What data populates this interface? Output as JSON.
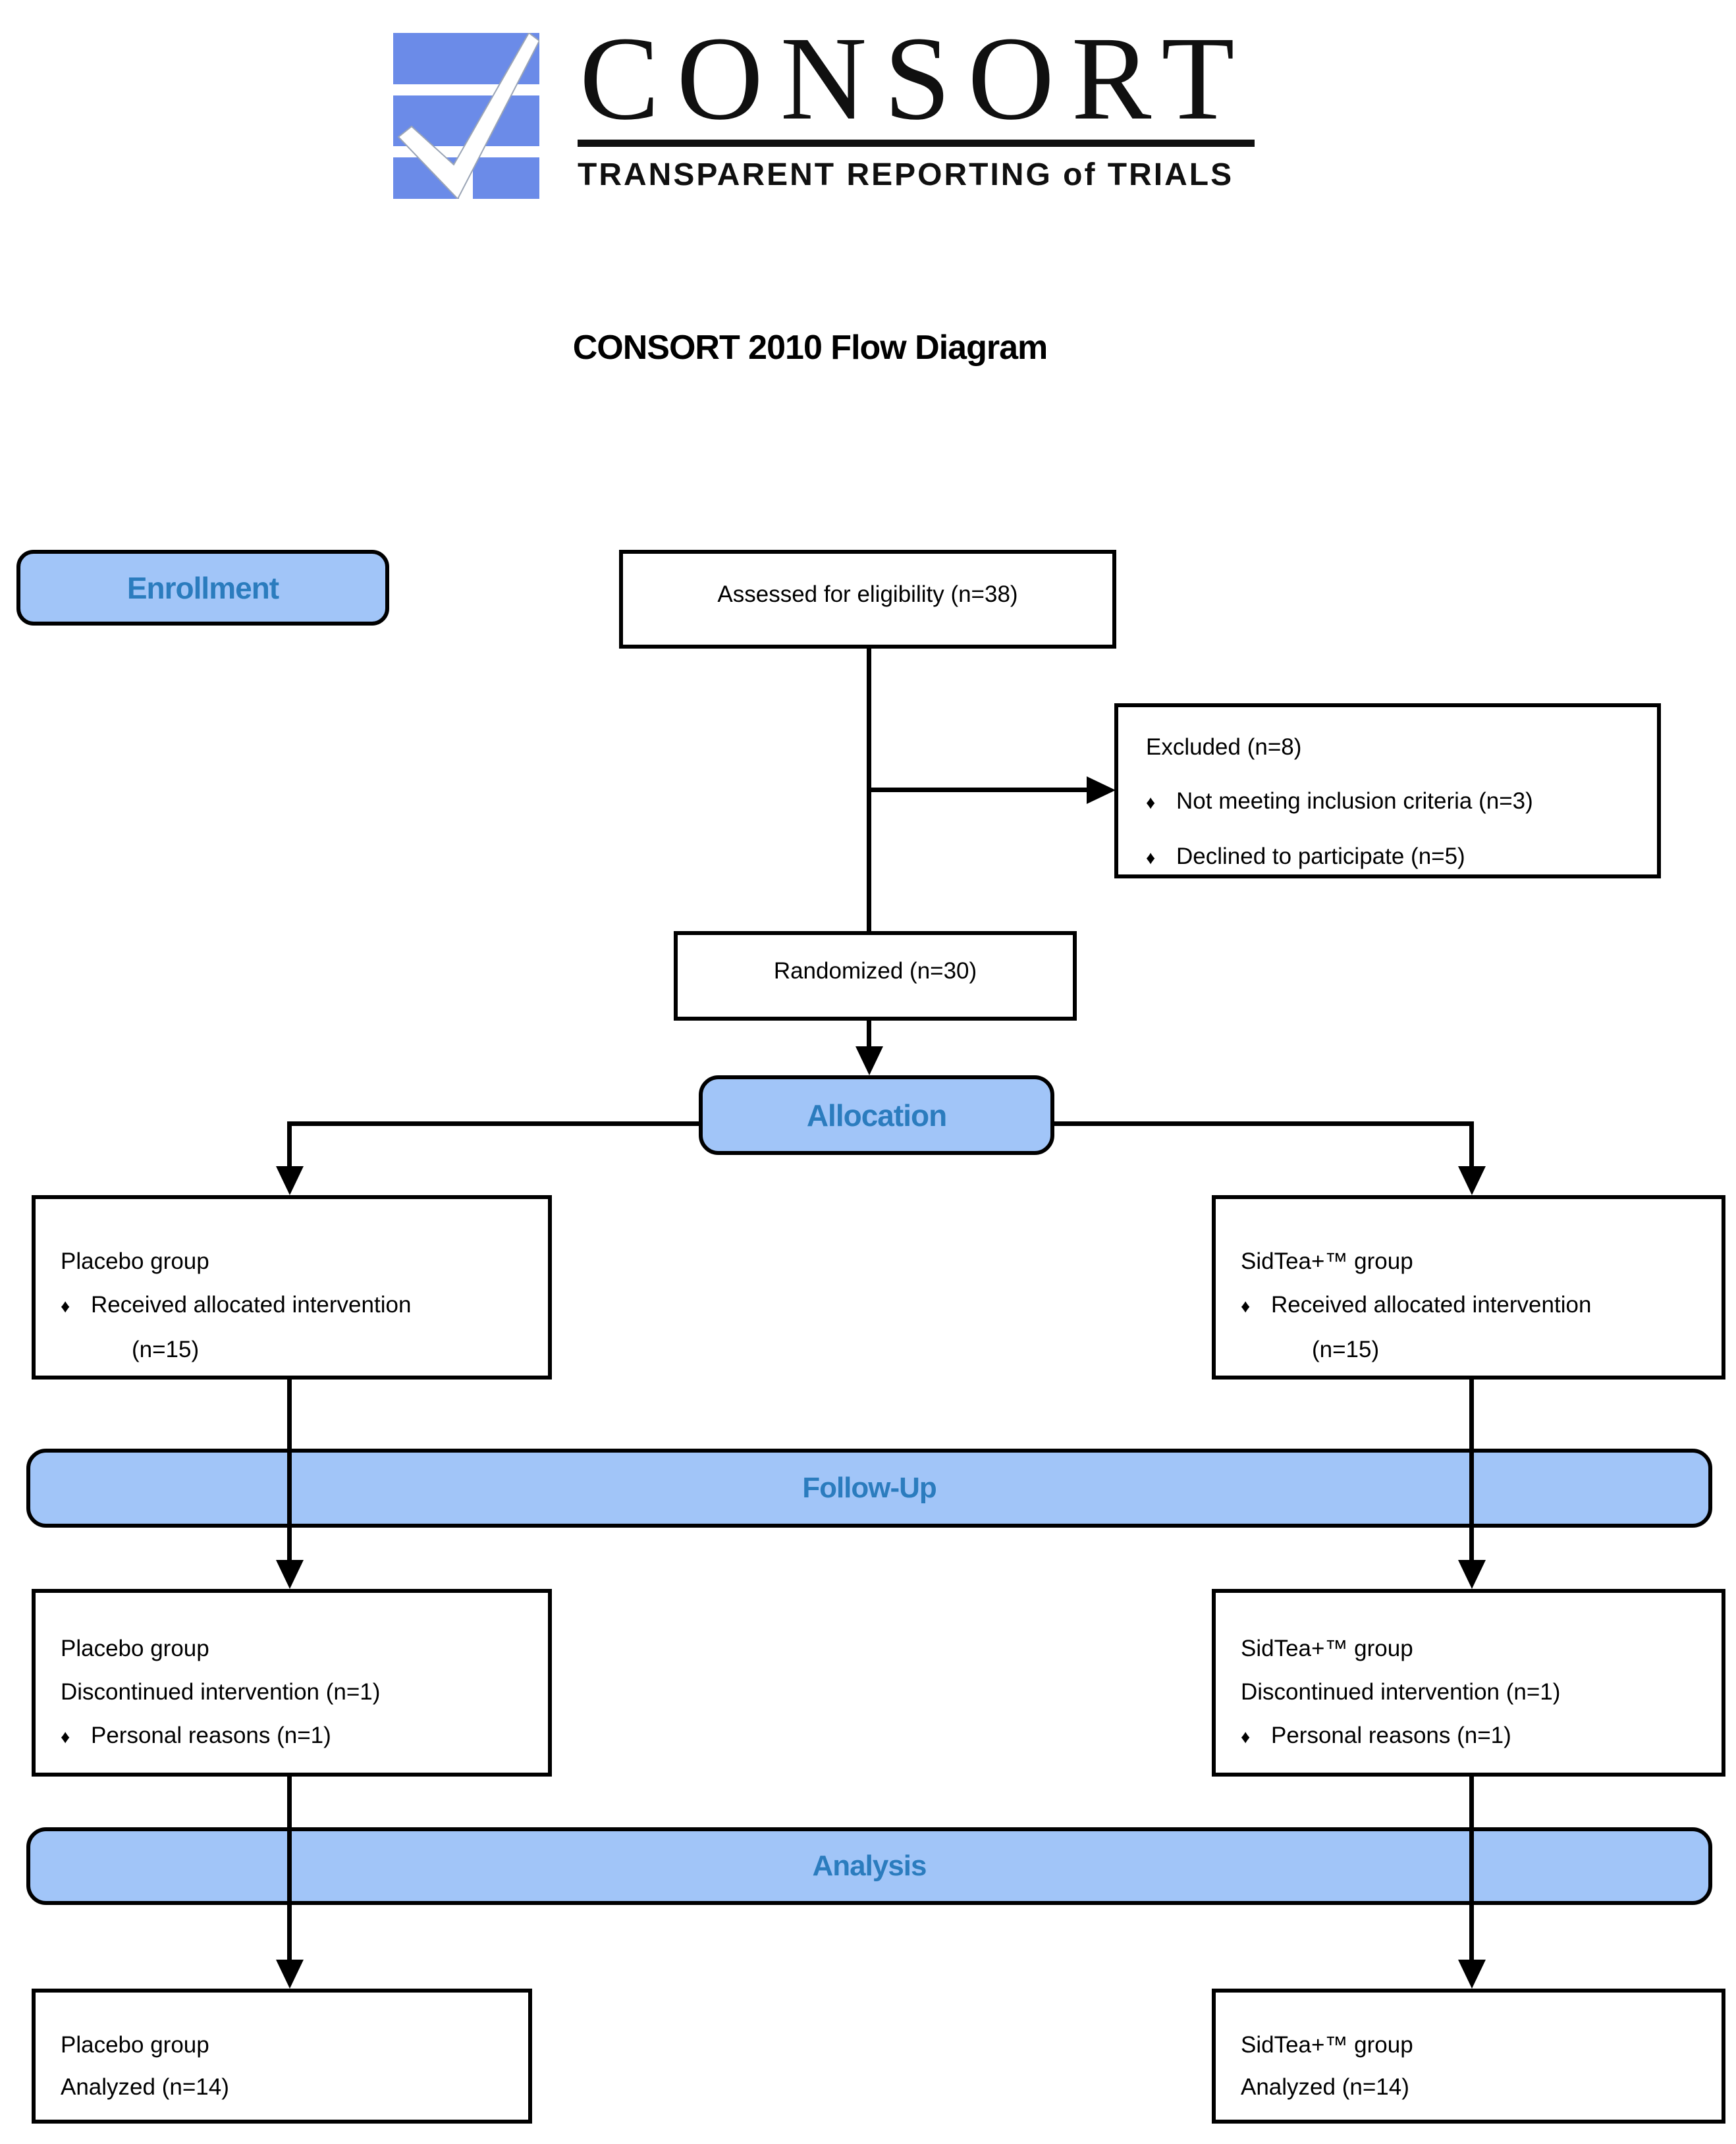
{
  "logo": {
    "wordmark": "CONSORT",
    "tagline": "TRANSPARENT REPORTING of TRIALS"
  },
  "title": "CONSORT 2010 Flow Diagram",
  "bullet_glyph": "♦",
  "stages": {
    "enrollment": "Enrollment",
    "allocation": "Allocation",
    "followup": "Follow-Up",
    "analysis": "Analysis"
  },
  "boxes": {
    "assessed": {
      "text": "Assessed for eligibility (n=38)"
    },
    "excluded": {
      "title": "Excluded (n=8)",
      "bullet1": "Not meeting inclusion criteria (n=3)",
      "bullet2": "Declined to participate (n=5)"
    },
    "randomized": {
      "text": "Randomized (n=30)"
    },
    "alloc_left": {
      "title": "Placebo group",
      "bullet": "Received allocated intervention",
      "n": "(n=15)"
    },
    "alloc_right": {
      "title": "SidTea+™ group",
      "bullet": "Received allocated intervention",
      "n": "(n=15)"
    },
    "fu_left": {
      "title": "Placebo group",
      "line2": "Discontinued intervention (n=1)",
      "bullet": "Personal reasons (n=1)"
    },
    "fu_right": {
      "title": "SidTea+™ group",
      "line2": "Discontinued intervention (n=1)",
      "bullet": "Personal reasons (n=1)"
    },
    "an_left": {
      "title": "Placebo group",
      "line2": "Analyzed (n=14)"
    },
    "an_right": {
      "title": "SidTea+™ group",
      "line2": "Analyzed (n=14)"
    }
  },
  "colors": {
    "box_fill": "#A1C5F8",
    "label_text": "#2B7CBE",
    "logo_blue": "#6B8BE8",
    "line": "#000000"
  }
}
